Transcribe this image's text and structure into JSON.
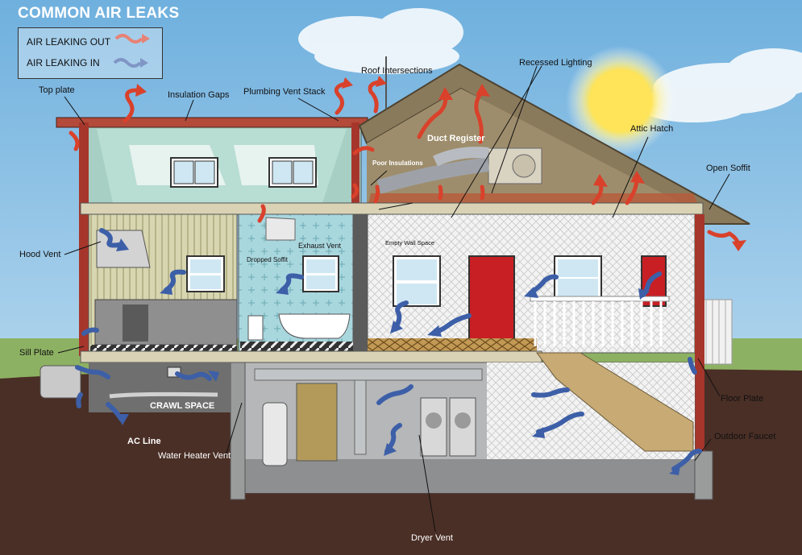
{
  "title": "COMMON AIR LEAKS",
  "legend": {
    "out_label": "AIR LEAKING OUT",
    "in_label": "AIR LEAKING IN",
    "out_color": "#d9412b",
    "in_color": "#3d5fa8"
  },
  "labels": {
    "top_plate": "Top plate",
    "insulation_gaps": "Insulation Gaps",
    "plumbing_vent_stack": "Plumbing Vent Stack",
    "roof_intersections": "Roof Intersections",
    "recessed_lighting": "Recessed Lighting",
    "duct_register": "Duct Register",
    "poor_insulations": "Poor Insulations",
    "attic_hatch": "Attic Hatch",
    "open_soffit": "Open Soffit",
    "hood_vent": "Hood Vent",
    "exhaust_vent": "Exhaust Vent",
    "dropped_soffit": "Dropped Soffit",
    "empty_wall_space": "Empty Wall Space",
    "sill_plate": "Sill Plate",
    "crawl_space": "CRAWL SPACE",
    "ac_line": "AC Line",
    "water_heater_vent": "Water Heater Vent",
    "floor_plate": "Floor Plate",
    "outdoor_faucet": "Outdoor Faucet",
    "dryer_vent": "Dryer Vent"
  }
}
